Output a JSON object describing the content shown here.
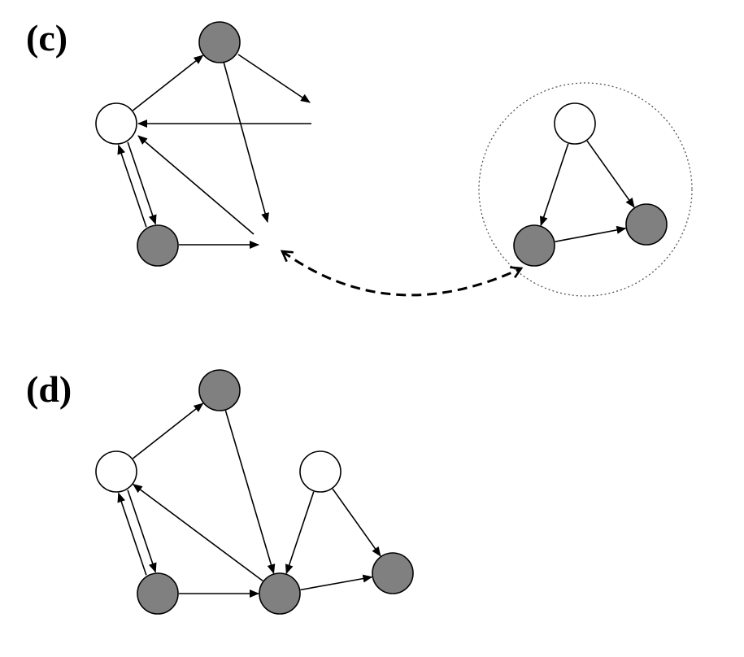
{
  "panels": {
    "c": {
      "label": "(c)"
    },
    "d": {
      "label": "(d)"
    }
  },
  "colors": {
    "filled_node": "#808080",
    "empty_node": "#ffffff",
    "stroke": "#000000",
    "dotted_circle": "#555555"
  },
  "graph_c": {
    "nodes": [
      {
        "id": "c-top",
        "kind": "filled"
      },
      {
        "id": "c-left",
        "kind": "empty"
      },
      {
        "id": "c-bottom",
        "kind": "filled"
      }
    ],
    "edges": [
      {
        "from": "c-left",
        "to": "c-top"
      },
      {
        "from": "c-left",
        "to": "c-bottom"
      },
      {
        "from": "c-bottom",
        "to": "c-left"
      },
      {
        "from": "c-top",
        "to": "dangling-right"
      },
      {
        "from": "dangling-right",
        "to": "c-left"
      },
      {
        "from": "c-top",
        "to": "dangling-center"
      },
      {
        "from": "dangling-center",
        "to": "c-left"
      },
      {
        "from": "c-bottom",
        "to": "dangling-center"
      }
    ]
  },
  "motif": {
    "nodes": [
      {
        "id": "m-top",
        "kind": "empty"
      },
      {
        "id": "m-left",
        "kind": "filled"
      },
      {
        "id": "m-right",
        "kind": "filled"
      }
    ],
    "edges": [
      {
        "from": "m-top",
        "to": "m-left"
      },
      {
        "from": "m-top",
        "to": "m-right"
      },
      {
        "from": "m-left",
        "to": "m-right"
      }
    ],
    "link": {
      "style": "dashed",
      "direction": "both"
    }
  },
  "graph_d": {
    "nodes": [
      {
        "id": "d-top",
        "kind": "filled"
      },
      {
        "id": "d-left",
        "kind": "empty"
      },
      {
        "id": "d-bottom-left",
        "kind": "filled"
      },
      {
        "id": "d-center",
        "kind": "filled"
      },
      {
        "id": "d-mid-top",
        "kind": "empty"
      },
      {
        "id": "d-right",
        "kind": "filled"
      }
    ],
    "edges": [
      {
        "from": "d-left",
        "to": "d-top"
      },
      {
        "from": "d-left",
        "to": "d-bottom-left"
      },
      {
        "from": "d-bottom-left",
        "to": "d-left"
      },
      {
        "from": "d-top",
        "to": "d-center"
      },
      {
        "from": "d-center",
        "to": "d-left"
      },
      {
        "from": "d-bottom-left",
        "to": "d-center"
      },
      {
        "from": "d-mid-top",
        "to": "d-center"
      },
      {
        "from": "d-mid-top",
        "to": "d-right"
      },
      {
        "from": "d-center",
        "to": "d-right"
      }
    ]
  }
}
